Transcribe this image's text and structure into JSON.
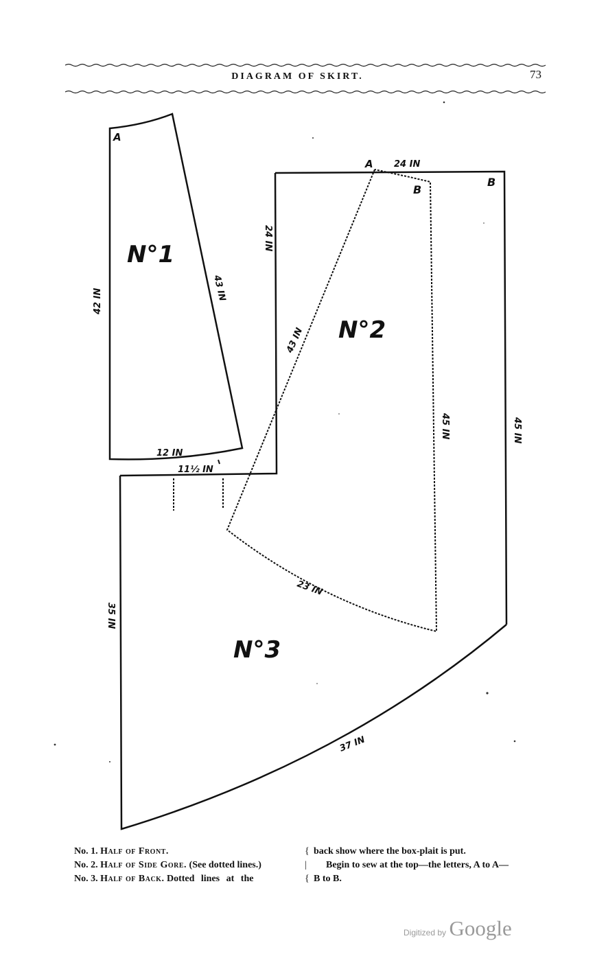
{
  "header": {
    "title": "DIAGRAM OF SKIRT.",
    "page_number": "73"
  },
  "pieces": {
    "no1": {
      "label": "N°1",
      "letter_a": "A",
      "side_left": "42 IN",
      "side_right": "43 IN",
      "bottom": "12 IN"
    },
    "no2": {
      "label": "N°2",
      "letter_a": "A",
      "letter_b_inner": "B",
      "letter_b_outer": "B",
      "top": "24 IN",
      "side_left": "24 IN",
      "diagonal": "43 IN",
      "dotted_side": "45 IN",
      "outer_side": "45 IN",
      "dotted_bottom": "23 IN"
    },
    "no3": {
      "label": "N°3",
      "top": "11½ IN",
      "side_left": "35 IN",
      "bottom": "37 IN"
    }
  },
  "caption": {
    "left": [
      {
        "no": "No. 1.",
        "title": "Half of Front.",
        "rest": ""
      },
      {
        "no": "No. 2.",
        "title": "Half of Side Gore.",
        "rest": "(See dotted lines.)"
      },
      {
        "no": "No. 3.",
        "title": "Half of Back.",
        "rest": "Dotted lines at the"
      }
    ],
    "right": [
      "back show where the box-plait is put.",
      "Begin to sew at the top—the letters, A to A—",
      "B to B."
    ]
  },
  "watermark": {
    "prefix": "Digitized by",
    "brand": "Google"
  }
}
